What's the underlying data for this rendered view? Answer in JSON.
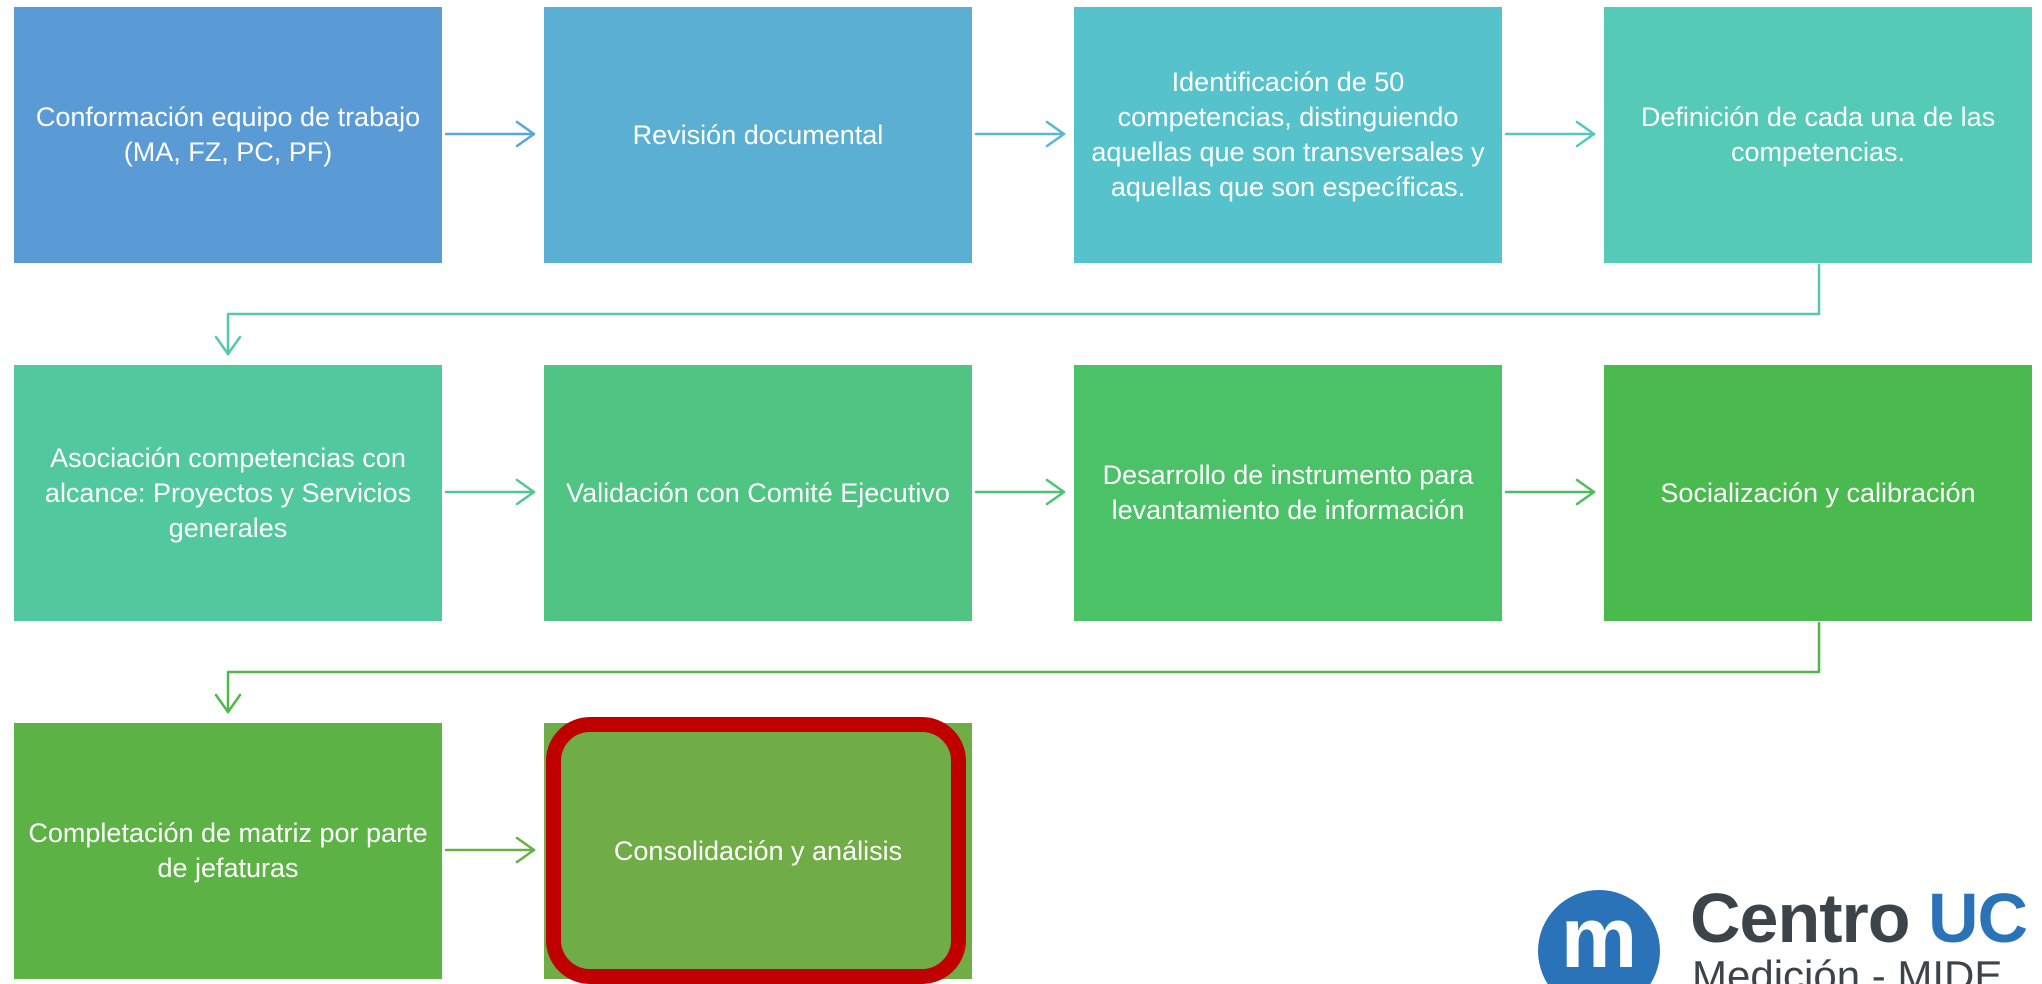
{
  "steps": [
    {
      "label": "Conformación equipo de trabajo (MA, FZ, PC, PF)",
      "color": "#5a9bd5"
    },
    {
      "label": "Revisión documental",
      "color": "#5aafd2"
    },
    {
      "label": "Identificación de 50 competencias, distinguiendo aquellas que son transversales y aquellas que son específicas.",
      "color": "#56c3cc"
    },
    {
      "label": "Definición de cada una de las competencias.",
      "color": "#55cbb7"
    },
    {
      "label": "Asociación competencias con alcance: Proyectos y Servicios generales",
      "color": "#52c89e"
    },
    {
      "label": "Validación con Comité Ejecutivo",
      "color": "#50c483"
    },
    {
      "label": "Desarrollo de instrumento para levantamiento de información",
      "color": "#4bc168"
    },
    {
      "label": "Socialización y calibración",
      "color": "#4aba4f"
    },
    {
      "label": "Completación de matriz por parte de jefaturas",
      "color": "#5cb245"
    },
    {
      "label": "Consolidación y análisis",
      "color": "#70ad47",
      "highlight_color": "#c00000"
    }
  ],
  "logo": {
    "name_part1": "Centro ",
    "name_part2": "UC",
    "subtitle": "Medición - MIDE",
    "icon_letter": "m"
  }
}
